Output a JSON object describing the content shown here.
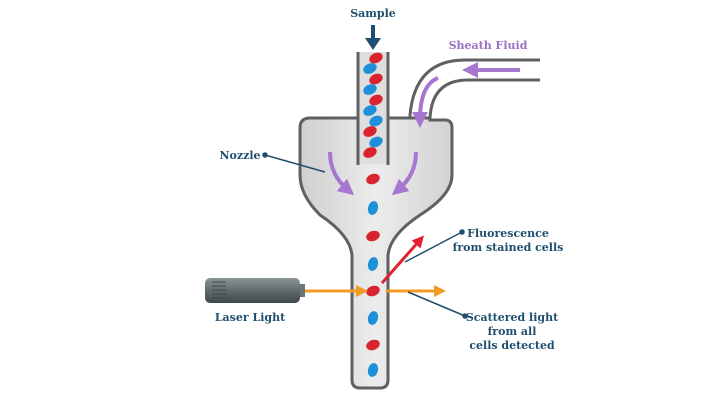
{
  "title": "Flow cytometry diagram",
  "labels": {
    "sample": "Sample",
    "sheath_fluid": "Sheath Fluid",
    "nozzle": "Nozzle",
    "fluorescence_line1": "Fluorescence",
    "fluorescence_line2": "from stained cells",
    "laser": "Laser Light",
    "scattered_line1": "Scattered light",
    "scattered_line2": "from all",
    "scattered_line3": "cells detected"
  },
  "colors": {
    "label_text": "#1f4f6e",
    "sheath_text": "#9b6fc4",
    "flow_arrow": "#a577d0",
    "laser_beam": "#f39a24",
    "fluorescence_arrow": "#e2202e",
    "cell_red": "#d9232f",
    "cell_blue": "#1f8fd9",
    "tube_outline": "#5f6062",
    "tube_fill": "#dcdcdc",
    "laser_body": "#5f6b6c"
  },
  "cells": {
    "sample_tube": [
      "red",
      "blue",
      "red",
      "blue",
      "red",
      "blue",
      "blue",
      "red",
      "blue",
      "red"
    ],
    "stream": [
      "red",
      "blue",
      "red",
      "blue",
      "red",
      "blue",
      "red",
      "blue"
    ]
  }
}
